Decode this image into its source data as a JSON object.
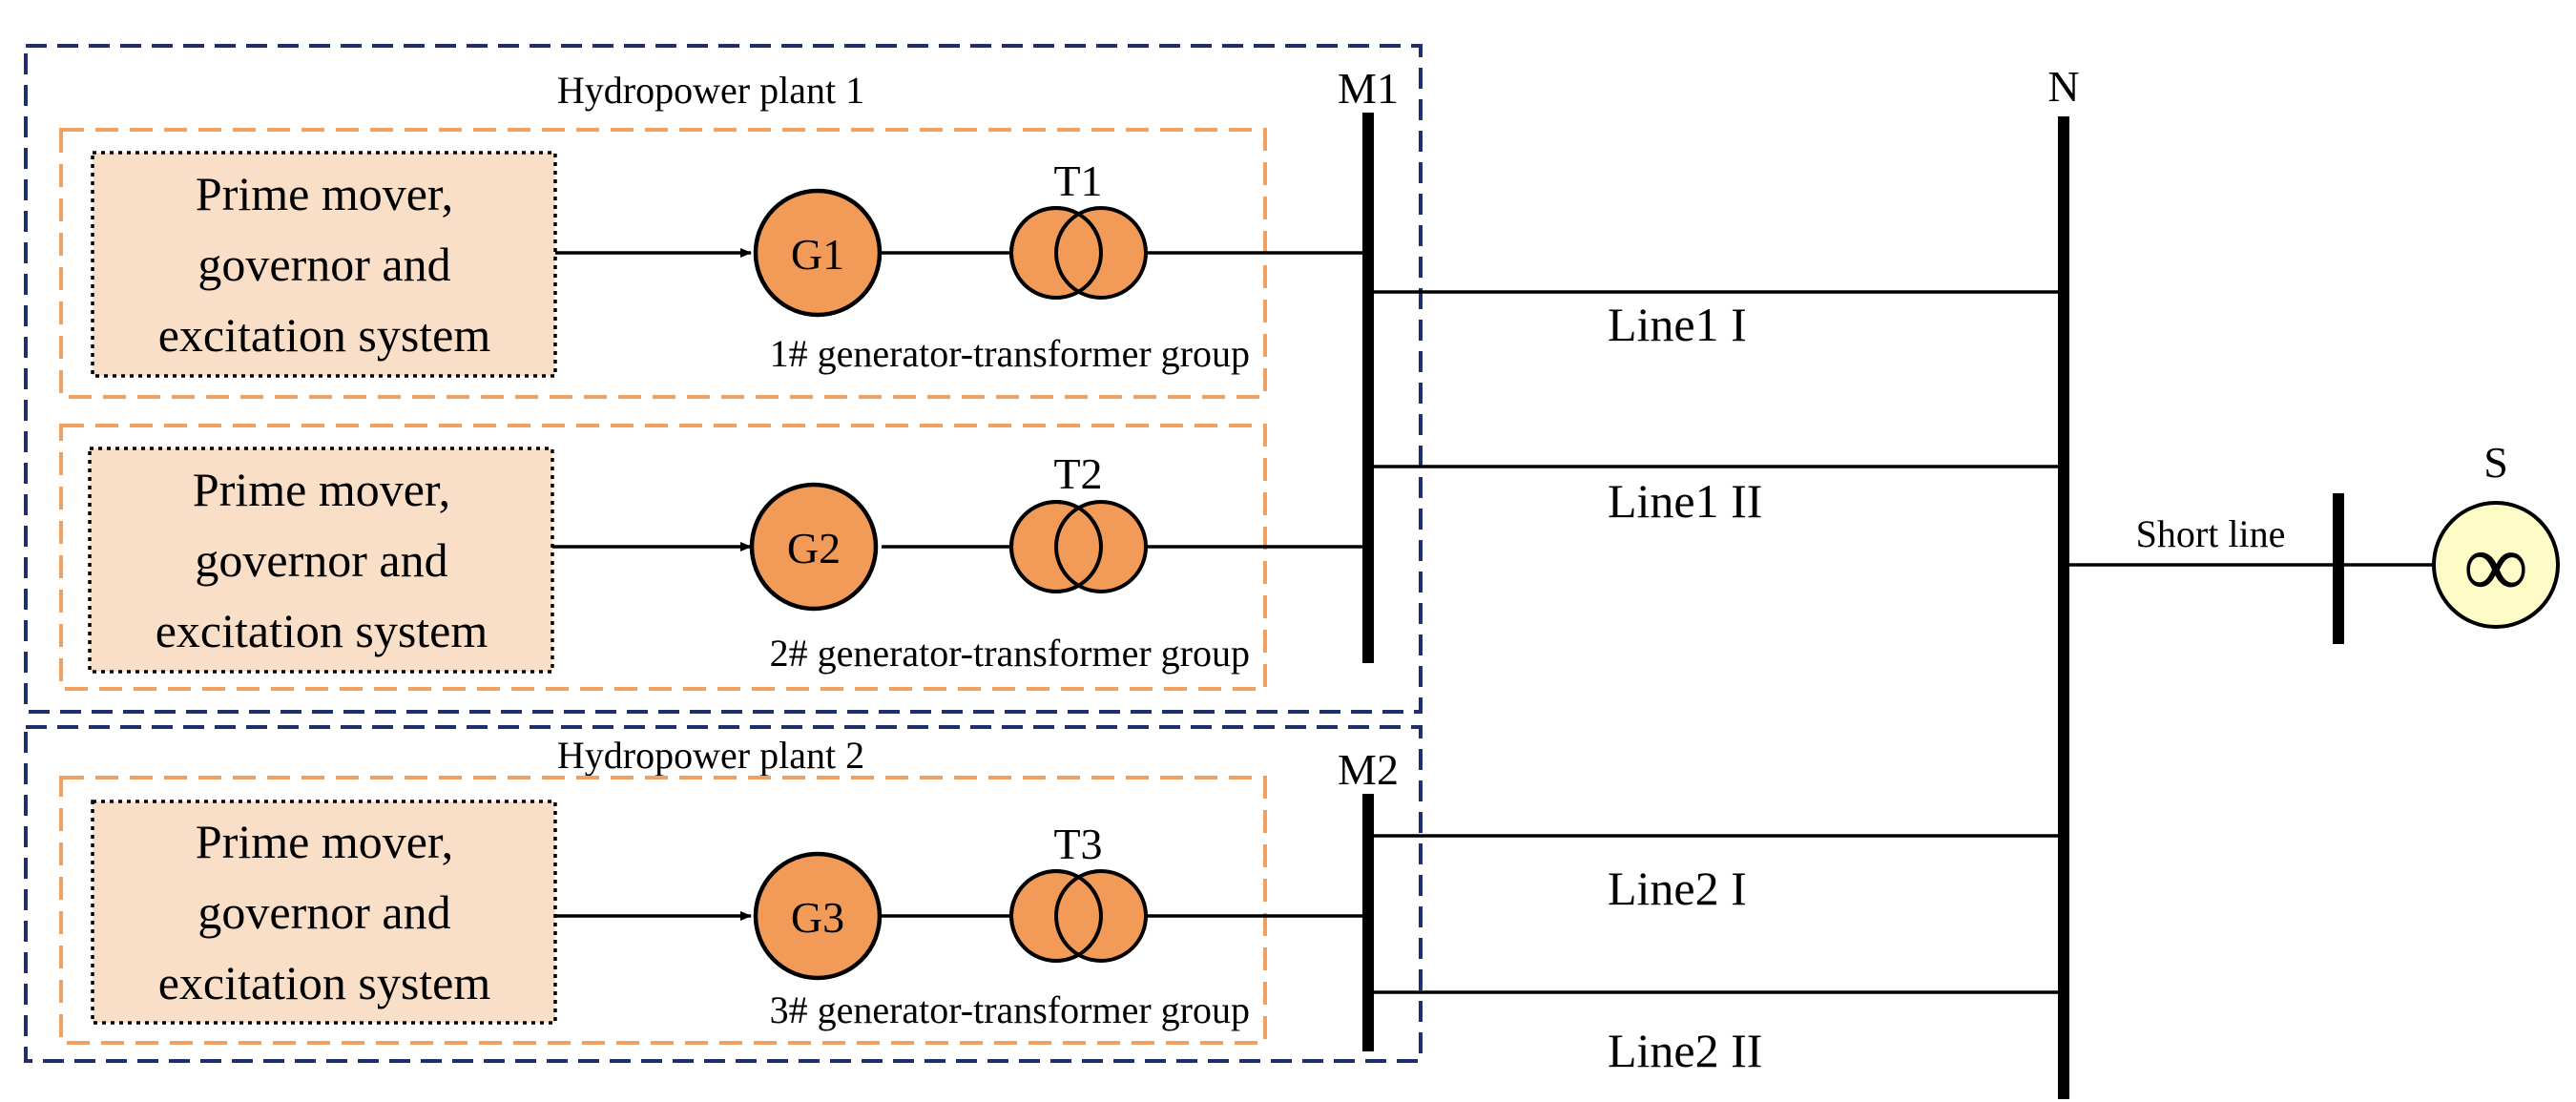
{
  "plants": [
    {
      "label": "Hydropower plant 1",
      "bus": "M1"
    },
    {
      "label": "Hydropower plant 2",
      "bus": "M2"
    }
  ],
  "groups": [
    {
      "control": [
        "Prime mover,",
        "governor and",
        "excitation system"
      ],
      "generator": "G1",
      "transformer": "T1",
      "caption": "1# generator-transformer group"
    },
    {
      "control": [
        "Prime mover,",
        "governor and",
        "excitation system"
      ],
      "generator": "G2",
      "transformer": "T2",
      "caption": "2# generator-transformer group"
    },
    {
      "control": [
        "Prime mover,",
        "governor and",
        "excitation system"
      ],
      "generator": "G3",
      "transformer": "T3",
      "caption": "3# generator-transformer group"
    }
  ],
  "lines": [
    "Line1 I",
    "Line1 II",
    "Line2 I",
    "Line2 II"
  ],
  "network": {
    "bus_n": "N",
    "short_line": "Short line",
    "source_label": "S",
    "source_symbol": "∞"
  },
  "colors": {
    "plant_border": "#1f2f6b",
    "group_border": "#f0a060",
    "control_fill": "#fadfc8",
    "machine_fill": "#f29b58",
    "source_fill": "#fdfcc6"
  }
}
